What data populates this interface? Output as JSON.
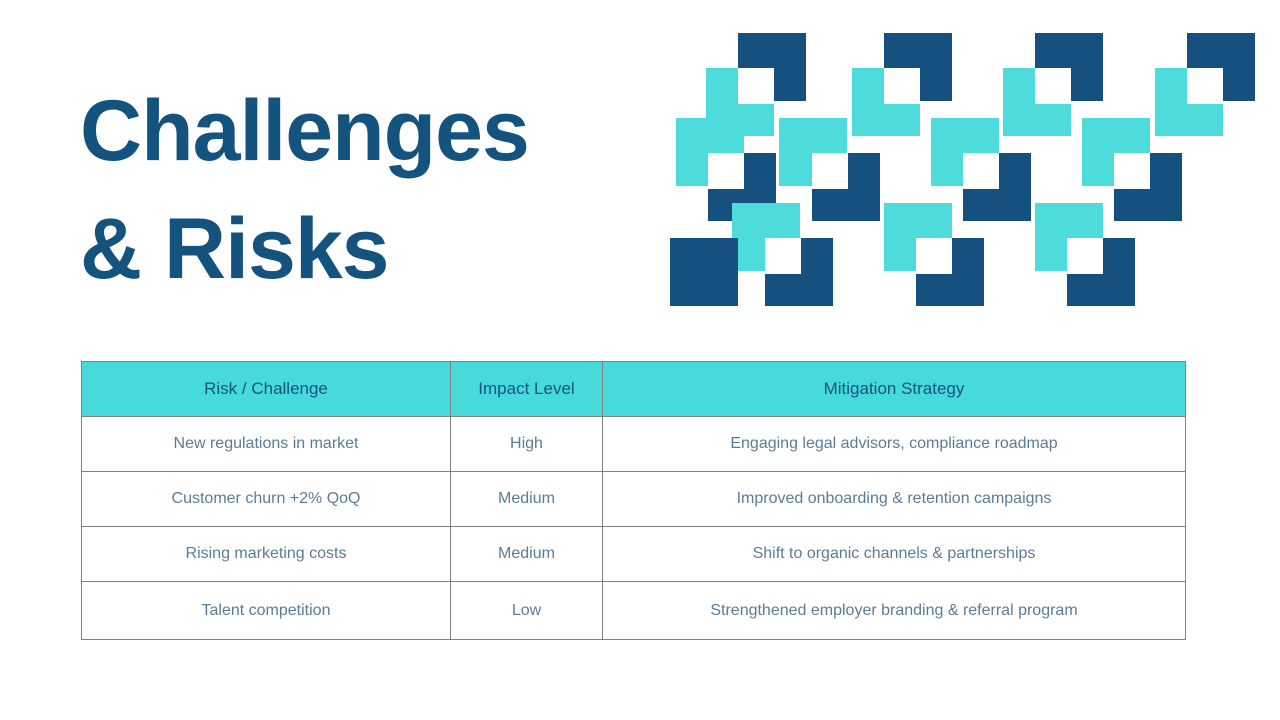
{
  "slide": {
    "background_color": "#ffffff",
    "title": {
      "line1": "Challenges",
      "line2": "& Risks",
      "color": "#15537F"
    }
  },
  "decor": {
    "name": "square-mosaic",
    "navy_color": "#15507E",
    "cyan_color": "#4DDBDB",
    "white_color": "#ffffff",
    "motif_count": 12
  },
  "table": {
    "header_background": "#46DADA",
    "header_text_color": "#15537F",
    "body_text_color": "#5B7C99",
    "border_color": "#808080",
    "columns": [
      "Risk / Challenge",
      "Impact Level",
      "Mitigation Strategy"
    ],
    "rows": [
      {
        "risk": "New regulations in market",
        "impact": "High",
        "mitigation": "Engaging legal advisors, compliance roadmap"
      },
      {
        "risk": "Customer churn +2% QoQ",
        "impact": "Medium",
        "mitigation": "Improved onboarding & retention campaigns"
      },
      {
        "risk": "Rising marketing costs",
        "impact": "Medium",
        "mitigation": "Shift to organic channels & partnerships"
      },
      {
        "risk": "Talent competition",
        "impact": "Low",
        "mitigation": "Strengthened employer branding & referral program"
      }
    ]
  }
}
